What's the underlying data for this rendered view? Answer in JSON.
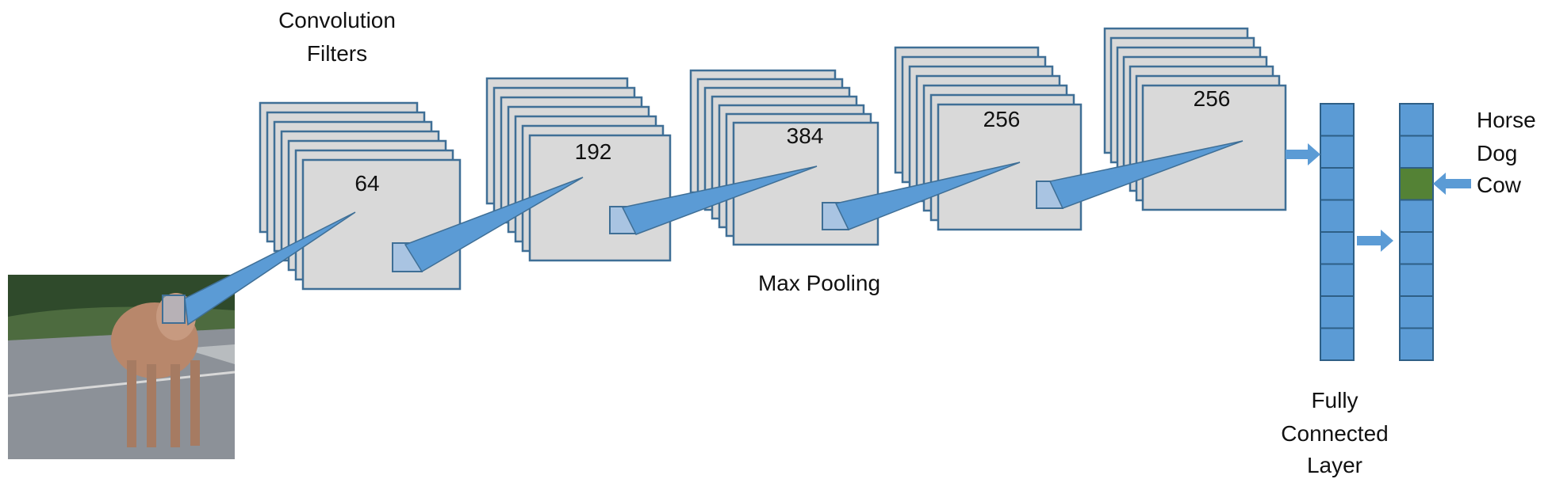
{
  "diagram": {
    "captions": {
      "conv_line1": "Convolution",
      "conv_line2": "Filters",
      "pool": "Max Pooling",
      "fc_line1": "Fully",
      "fc_line2": "Connected",
      "fc_line3": "Layer"
    },
    "layers": [
      {
        "filters": "64"
      },
      {
        "filters": "192"
      },
      {
        "filters": "384"
      },
      {
        "filters": "256"
      },
      {
        "filters": "256"
      }
    ],
    "classes": [
      "Horse",
      "Dog",
      "Cow"
    ],
    "selected_class": "Cow",
    "colors": {
      "map_fill": "#d9d9d9",
      "map_stroke": "#3f6f96",
      "beam": "#5b9bd5",
      "fc_cell": "#5b9bd5",
      "fc_active": "#548235",
      "patch": "#a9c4e2"
    }
  }
}
